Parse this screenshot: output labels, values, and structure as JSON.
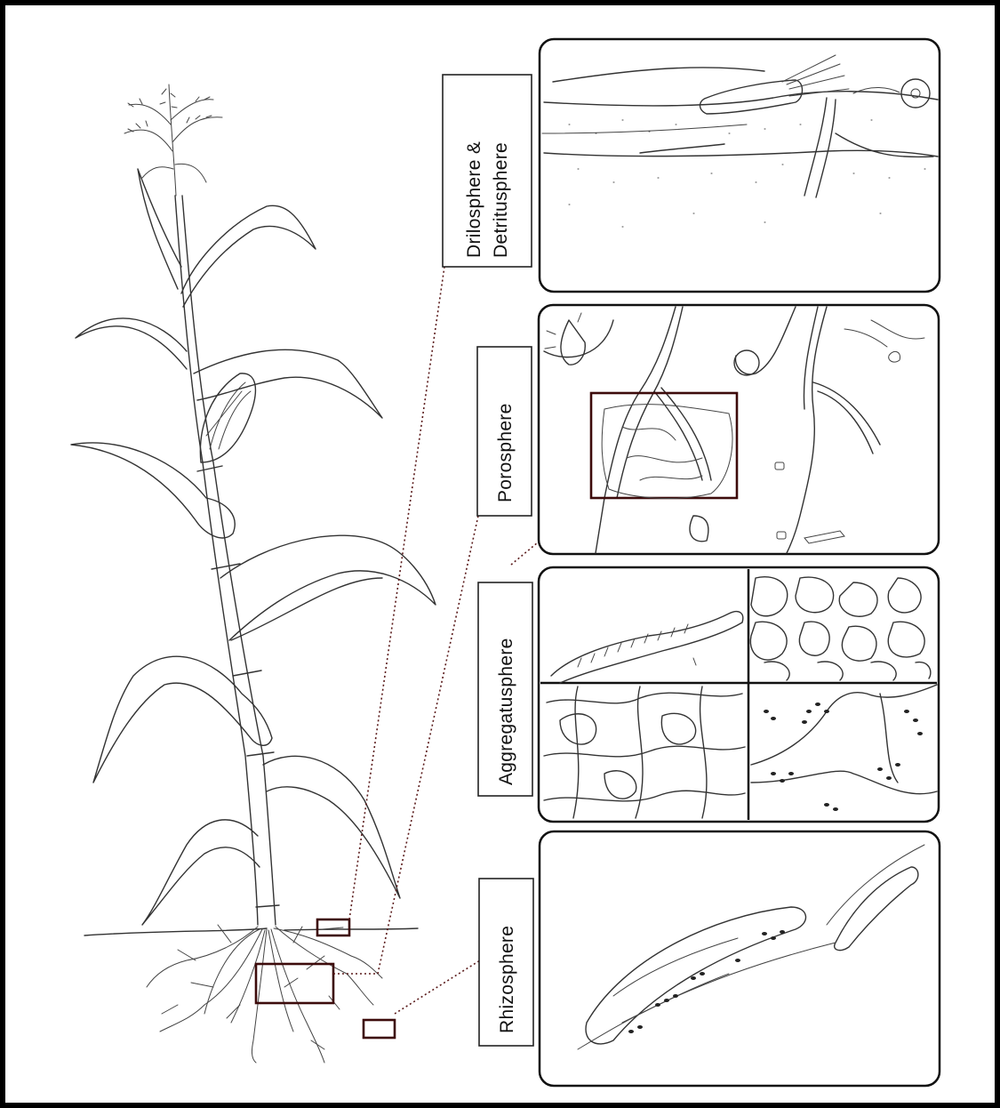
{
  "labels": {
    "drilosphere_line1": "Drilosphere &",
    "drilosphere_line2": "Detritusphere",
    "porosphere": "Porosphere",
    "aggregatusphere": "Aggregatusphere",
    "rhizosphere": "Rhizosphere"
  },
  "colors": {
    "frame": "#000000",
    "callout": "#3d0b0b",
    "ink": "#333333"
  }
}
